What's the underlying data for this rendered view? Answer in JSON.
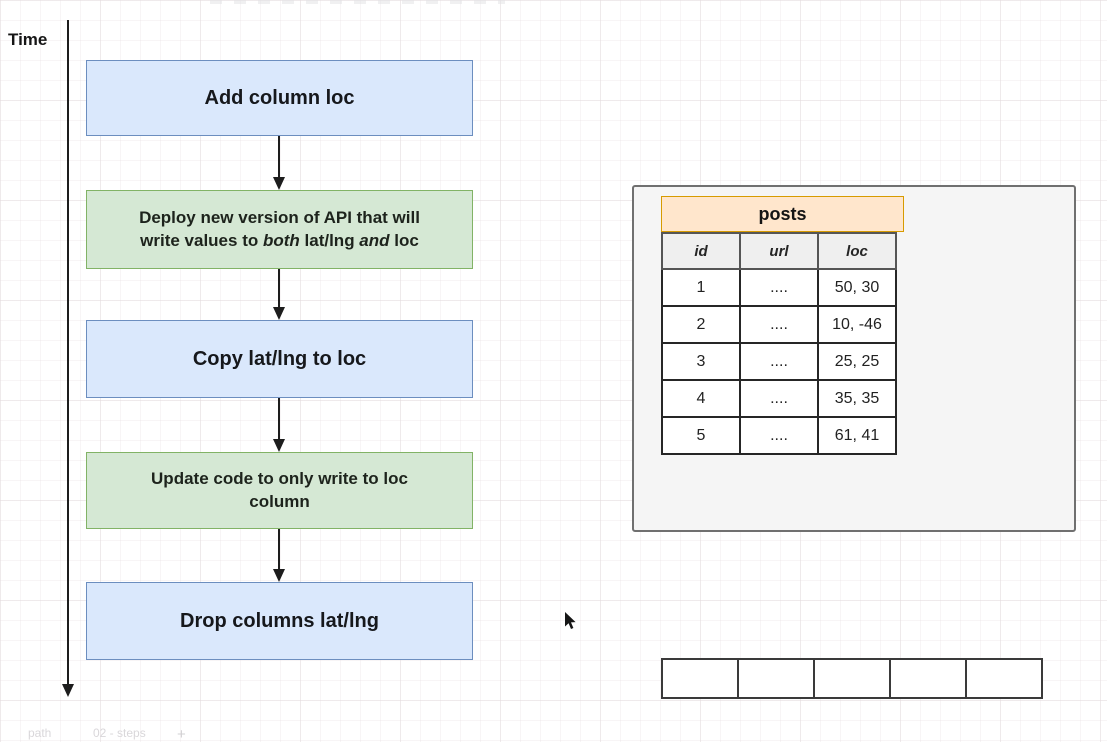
{
  "timeline": {
    "label": "Time"
  },
  "flow": {
    "steps": [
      {
        "type": "blue",
        "label": "Add column loc"
      },
      {
        "type": "green",
        "segments": [
          {
            "t": "Deploy new version of API that will"
          },
          {
            "br": true
          },
          {
            "t": "write values to "
          },
          {
            "t": "both",
            "i": true
          },
          {
            "t": " lat/lng "
          },
          {
            "t": "and",
            "i": true
          },
          {
            "t": " loc"
          }
        ]
      },
      {
        "type": "blue",
        "label": "Copy lat/lng to loc"
      },
      {
        "type": "green",
        "segments": [
          {
            "t": "Update code to only write to loc"
          },
          {
            "br": true
          },
          {
            "t": "column"
          }
        ]
      },
      {
        "type": "blue",
        "label": "Drop columns lat/lng"
      }
    ]
  },
  "posts_table": {
    "title": "posts",
    "columns": [
      "id",
      "url",
      "loc"
    ],
    "rows": [
      {
        "id": "1",
        "url": "....",
        "loc": "50, 30"
      },
      {
        "id": "2",
        "url": "....",
        "loc": "10, -46"
      },
      {
        "id": "3",
        "url": "....",
        "loc": "25, 25"
      },
      {
        "id": "4",
        "url": "....",
        "loc": "35, 35"
      },
      {
        "id": "5",
        "url": "....",
        "loc": "61, 41"
      }
    ]
  },
  "empty_strip": {
    "cell_count": 5
  },
  "page_bar": {
    "tab_partial": "path",
    "tab_current": "02 - steps",
    "add_label": "+"
  },
  "colors": {
    "blue_fill": "#dae8fc",
    "blue_stroke": "#6c8ebf",
    "green_fill": "#d5e8d4",
    "green_stroke": "#82b366",
    "orange_fill": "#ffe6cc",
    "orange_stroke": "#d79b00",
    "panel_fill": "#f5f5f5",
    "panel_stroke": "#707070",
    "connector": "#1d1d1d"
  }
}
